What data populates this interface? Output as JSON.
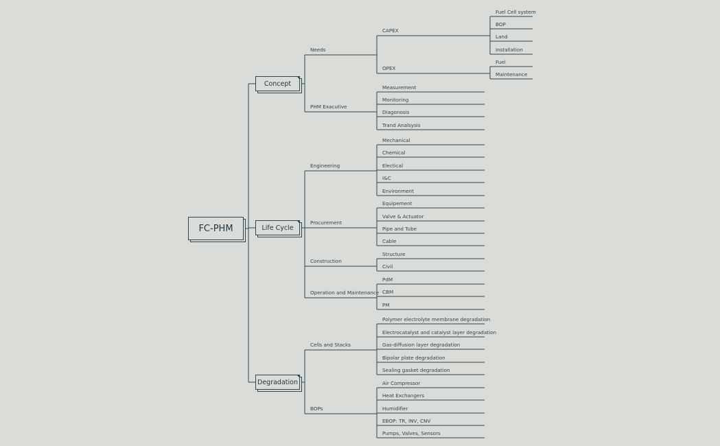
{
  "colors": {
    "background": "#d9dcd7",
    "line": "#2f4650",
    "text": "#2f4650"
  },
  "root": {
    "label": "FC-PHM"
  },
  "branches": [
    {
      "label": "Concept",
      "children": [
        {
          "label": "Needs",
          "children": [
            {
              "label": "CAPEX",
              "children": [
                {
                  "label": "Fuel Cell system"
                },
                {
                  "label": "BOP"
                },
                {
                  "label": "Land"
                },
                {
                  "label": "Installation"
                }
              ]
            },
            {
              "label": "OPEX",
              "children": [
                {
                  "label": "Fuel"
                },
                {
                  "label": "Maintenance"
                }
              ]
            }
          ]
        },
        {
          "label": "PHM Exacutive",
          "children": [
            {
              "label": "Measurement"
            },
            {
              "label": "Monitoring"
            },
            {
              "label": "Diagonosis"
            },
            {
              "label": "Trand Analsysis"
            }
          ]
        }
      ]
    },
    {
      "label": "Life Cycle",
      "children": [
        {
          "label": "Engineering",
          "children": [
            {
              "label": "Mechanical"
            },
            {
              "label": "Chemical"
            },
            {
              "label": "Electical"
            },
            {
              "label": "I&C"
            },
            {
              "label": "Environment"
            }
          ]
        },
        {
          "label": "Procurement",
          "children": [
            {
              "label": "Equipement"
            },
            {
              "label": "Valve & Actuator"
            },
            {
              "label": "Pipe and Tube"
            },
            {
              "label": "Cable"
            }
          ]
        },
        {
          "label": "Construction",
          "children": [
            {
              "label": "Structure"
            },
            {
              "label": "Civil"
            }
          ]
        },
        {
          "label": "Operation and Maintenance",
          "children": [
            {
              "label": "PdM"
            },
            {
              "label": "CBM"
            },
            {
              "label": "PM"
            }
          ]
        }
      ]
    },
    {
      "label": "Degradation",
      "children": [
        {
          "label": "Cells and Stacks",
          "children": [
            {
              "label": "Polymer electrolyte membrane degradation"
            },
            {
              "label": "Electrocatalyst and catalyst layer degradation"
            },
            {
              "label": "Gas-diffusion layer degradation"
            },
            {
              "label": "Bipolar plate degradation"
            },
            {
              "label": "Sealing gasket degradation"
            }
          ]
        },
        {
          "label": "BOPs",
          "children": [
            {
              "label": "Air Compressor"
            },
            {
              "label": "Heat Exchangers"
            },
            {
              "label": "Humidifier"
            },
            {
              "label": "EBOP: TR, INV, CNV"
            },
            {
              "label": "Pumps, Valves, Sensors"
            }
          ]
        }
      ]
    }
  ]
}
